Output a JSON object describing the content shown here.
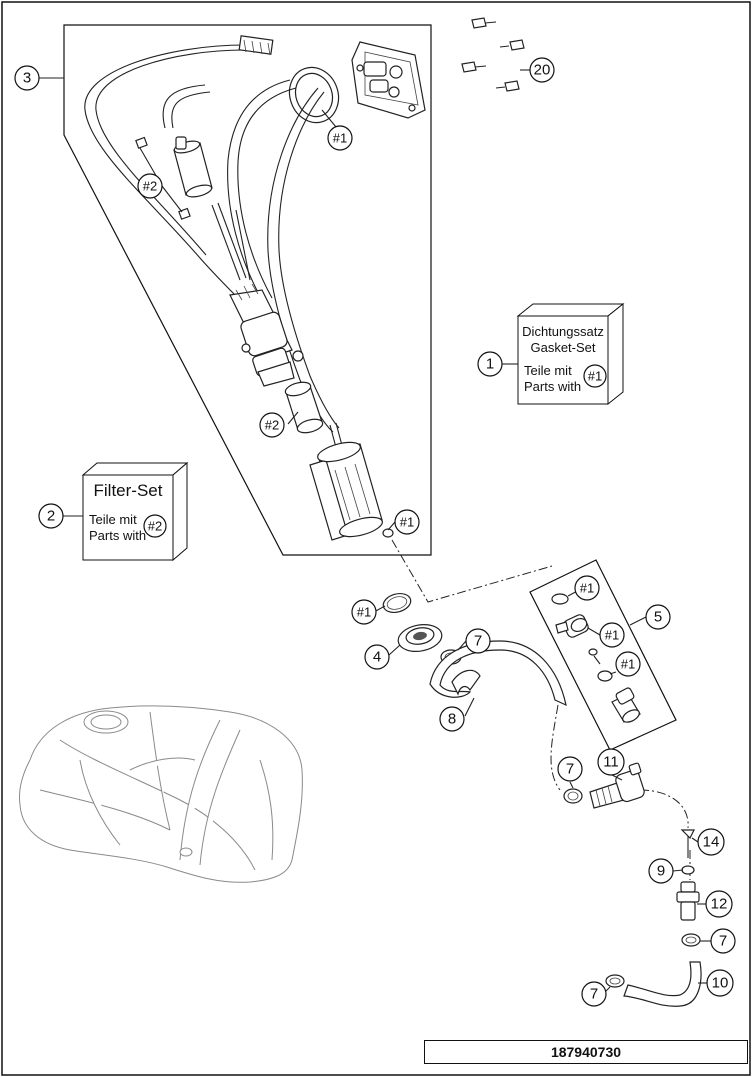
{
  "callouts": {
    "c1": "1",
    "c2": "2",
    "c3": "3",
    "c4": "4",
    "c5": "5",
    "c7a": "7",
    "c7b": "7",
    "c7c": "7",
    "c7d": "7",
    "c8": "8",
    "c9": "9",
    "c10": "10",
    "c11": "11",
    "c12": "12",
    "c14": "14",
    "c20": "20",
    "h1a": "#1",
    "h1b": "#1",
    "h1c": "#1",
    "h1d": "#1",
    "h1e": "#1",
    "h1f": "#1",
    "h2a": "#2",
    "h2b": "#2"
  },
  "gasket_set_box": {
    "line1": "Dichtungssatz",
    "line2": "Gasket-Set",
    "line3": "Teile mit",
    "line4": "Parts with",
    "ref": "#1"
  },
  "filter_set_box": {
    "title": "Filter-Set",
    "line1": "Teile mit",
    "line2": "Parts with",
    "ref": "#2"
  },
  "footer": {
    "code": "187940730"
  }
}
